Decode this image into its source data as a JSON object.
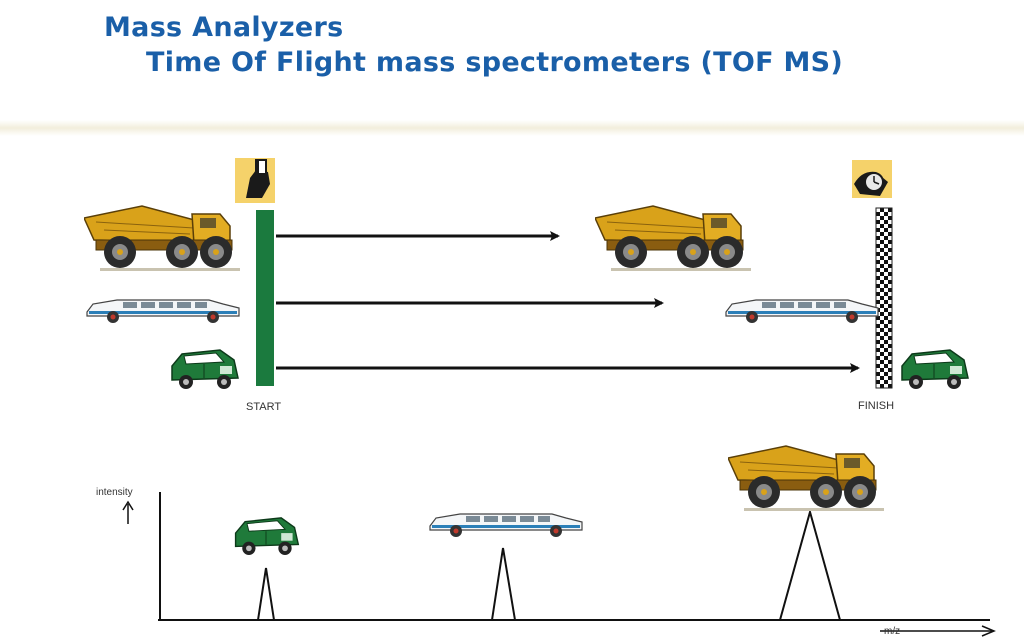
{
  "title": {
    "line1": "Mass Analyzers",
    "line2": "Time Of Flight mass spectrometers (TOF MS)"
  },
  "race": {
    "start_label": "START",
    "finish_label": "FINISH",
    "start_color": "#1b7a3e",
    "icons": [
      "hand-flag-icon",
      "stopwatch-icon",
      "dump-truck-icon",
      "limousine-icon",
      "compact-car-icon"
    ]
  },
  "spectrum": {
    "y_label": "intensity",
    "x_label": "m/z"
  },
  "colors": {
    "title": "#1a5fa8",
    "truck": "#d9a21a",
    "limo_stripe": "#2b7fb8",
    "compact_car": "#1f7a3a",
    "icon_bg": "#f5d26a"
  }
}
